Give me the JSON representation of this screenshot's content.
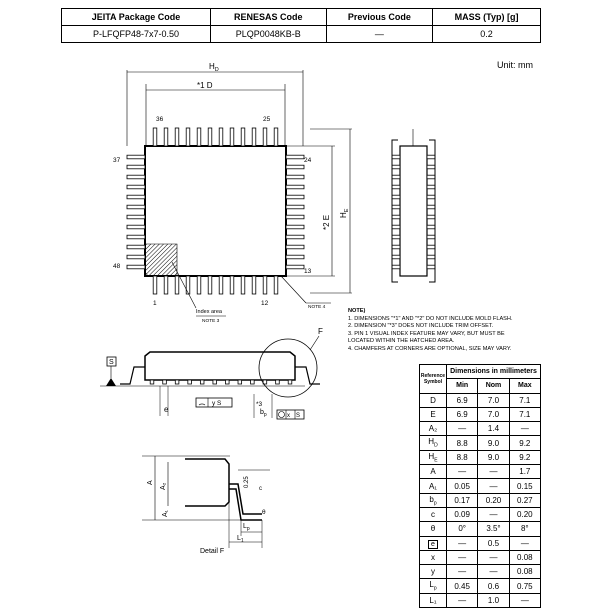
{
  "header": {
    "columns": [
      "JEITA Package Code",
      "RENESAS Code",
      "Previous Code",
      "MASS (Typ) [g]"
    ],
    "values": [
      "P-LFQFP48-7x7-0.50",
      "PLQP0048KB-B",
      "—",
      "0.2"
    ]
  },
  "unit_label": "Unit: mm",
  "top_view": {
    "hd": "H",
    "hd_sub": "D",
    "d_label": "*1  D",
    "e_label": "*2  E",
    "he": "H",
    "he_sub": "E",
    "pins": [
      "36",
      "25",
      "37",
      "24",
      "48",
      "13",
      "1",
      "12"
    ],
    "index_area": "Index area",
    "note3": "NOTE 3",
    "note4": "NOTE 4"
  },
  "side_view": {
    "s_label": "S",
    "f_label": "F",
    "a_label": "A",
    "a2_label": "A₂",
    "a1_label": "A₁",
    "y_s": "y  S",
    "e_label": "e",
    "note_star3": "*3",
    "bp": "b",
    "bp_sub": "p",
    "x_label": "x",
    "m_label": "M",
    "s2_label": "S",
    "detail_f": "Detail F",
    "dim_025": "0.25",
    "c_label": "c",
    "theta": "θ",
    "lp": "L",
    "lp_sub": "p",
    "l1": "L",
    "l1_sub": "1"
  },
  "notes": {
    "title": "NOTE)",
    "items": [
      "1. DIMENSIONS \"*1\" AND \"*2\" DO NOT INCLUDE MOLD FLASH.",
      "2. DIMENSION \"*3\" DOES NOT INCLUDE TRIM OFFSET.",
      "3. PIN 1 VISUAL INDEX FEATURE MAY VARY, BUT MUST BE",
      "    LOCATED WITHIN THE HATCHED AREA.",
      "4. CHAMFERS AT CORNERS ARE OPTIONAL, SIZE MAY VARY."
    ]
  },
  "dimensions": {
    "ref_header": [
      "Reference",
      "Symbol"
    ],
    "group_header": "Dimensions in millimeters",
    "col_headers": [
      "Min",
      "Nom",
      "Max"
    ],
    "rows": [
      {
        "symbol": "D",
        "min": "6.9",
        "nom": "7.0",
        "max": "7.1"
      },
      {
        "symbol": "E",
        "min": "6.9",
        "nom": "7.0",
        "max": "7.1"
      },
      {
        "symbol": "A₂",
        "min": "—",
        "nom": "1.4",
        "max": "—"
      },
      {
        "symbol": "H_D",
        "min": "8.8",
        "nom": "9.0",
        "max": "9.2"
      },
      {
        "symbol": "H_E",
        "min": "8.8",
        "nom": "9.0",
        "max": "9.2"
      },
      {
        "symbol": "A",
        "min": "—",
        "nom": "—",
        "max": "1.7"
      },
      {
        "symbol": "A₁",
        "min": "0.05",
        "nom": "—",
        "max": "0.15"
      },
      {
        "symbol": "b_p",
        "min": "0.17",
        "nom": "0.20",
        "max": "0.27"
      },
      {
        "symbol": "c",
        "min": "0.09",
        "nom": "—",
        "max": "0.20"
      },
      {
        "symbol": "θ",
        "min": "0°",
        "nom": "3.5°",
        "max": "8°"
      },
      {
        "symbol": "e",
        "min": "—",
        "nom": "0.5",
        "max": "—"
      },
      {
        "symbol": "x",
        "min": "—",
        "nom": "—",
        "max": "0.08"
      },
      {
        "symbol": "y",
        "min": "—",
        "nom": "—",
        "max": "0.08"
      },
      {
        "symbol": "L_p",
        "min": "0.45",
        "nom": "0.6",
        "max": "0.75"
      },
      {
        "symbol": "L₁",
        "min": "—",
        "nom": "1.0",
        "max": "—"
      }
    ]
  }
}
